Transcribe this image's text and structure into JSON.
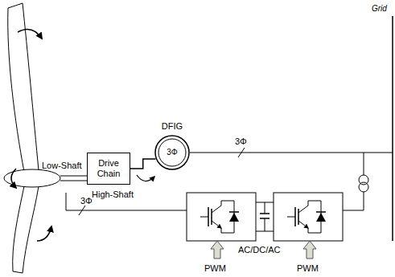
{
  "diagram": {
    "nodes": [
      {
        "text": [
          "Drive Chain"
        ]
      },
      {
        "text": [
          "DFIG",
          "3Φ"
        ]
      }
    ],
    "edges": [
      {
        "from": 0,
        "to": 1,
        "arrow": "none",
        "label": "High-Shaft"
      }
    ],
    "labels": [
      "Grid",
      "Low-Shaft",
      "3Φ",
      "3Φ",
      "AC/DC/AC",
      "PWM",
      "PWM"
    ]
  }
}
